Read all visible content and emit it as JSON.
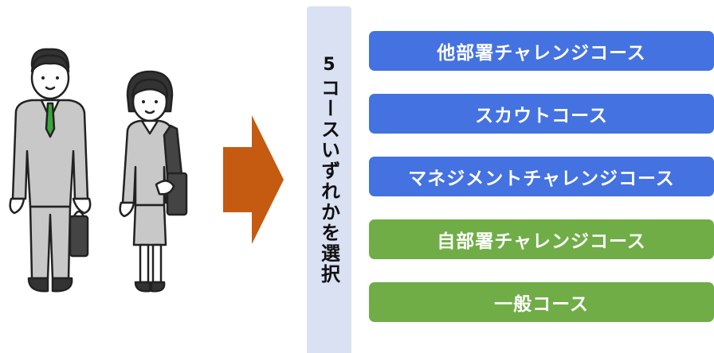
{
  "selector": {
    "number": "5",
    "label": "コースいずれかを選択"
  },
  "courses": [
    {
      "label": "他部署チャレンジコース",
      "color": "#4472e0"
    },
    {
      "label": "スカウトコース",
      "color": "#4472e0"
    },
    {
      "label": "マネジメントチャレンジコース",
      "color": "#4472e0"
    },
    {
      "label": "自部署チャレンジコース",
      "color": "#70ad47"
    },
    {
      "label": "一般コース",
      "color": "#70ad47"
    }
  ],
  "colors": {
    "arrow": "#c55a11",
    "selector_bg": "#d9e1f2"
  }
}
